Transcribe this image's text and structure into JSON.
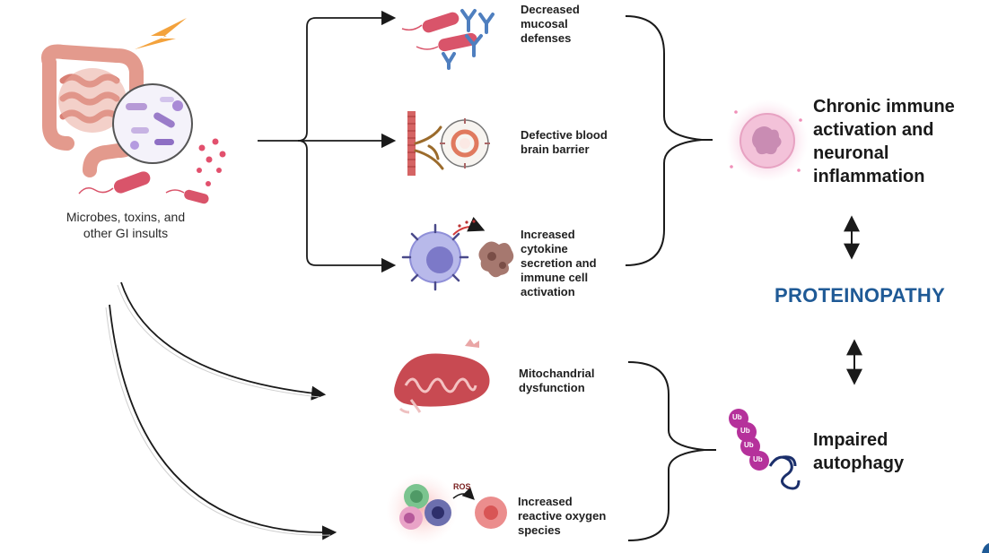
{
  "source": {
    "label": "Microbes, toxins, and\nother GI insults"
  },
  "pathways": [
    {
      "label": "Decreased\nmucosal\ndefenses",
      "icon": "antibody-bacteria-icon"
    },
    {
      "label": "Defective blood\nbrain barrier",
      "icon": "blood-vessel-barrier-icon"
    },
    {
      "label": "Increased\ncytokine\nsecretion and\nimmune cell\nactivation",
      "icon": "immune-cell-icon"
    },
    {
      "label": "Mitochandrial\ndysfunction",
      "icon": "mitochondria-icon"
    },
    {
      "label": "Increased\nreactive oxygen\nspecies",
      "icon": "ros-cells-icon"
    }
  ],
  "ros_tag": "ROS",
  "outcomes": {
    "inflammation": "Chronic immune\nactivation and\nneuronal\ninflammation",
    "center": "PROTEINOPATHY",
    "autophagy": "Impaired\nautophagy"
  },
  "ubiquitin_tag": "Ub",
  "colors": {
    "arrow": "#1a1a1a",
    "proteinopathy": "#1f5a96",
    "bacteria": "#d9546a",
    "antibody": "#4f7fbf",
    "mitochondria": "#c84a52",
    "ubiquitin": "#b5319b",
    "immune_cell": "#8f8fd8"
  }
}
